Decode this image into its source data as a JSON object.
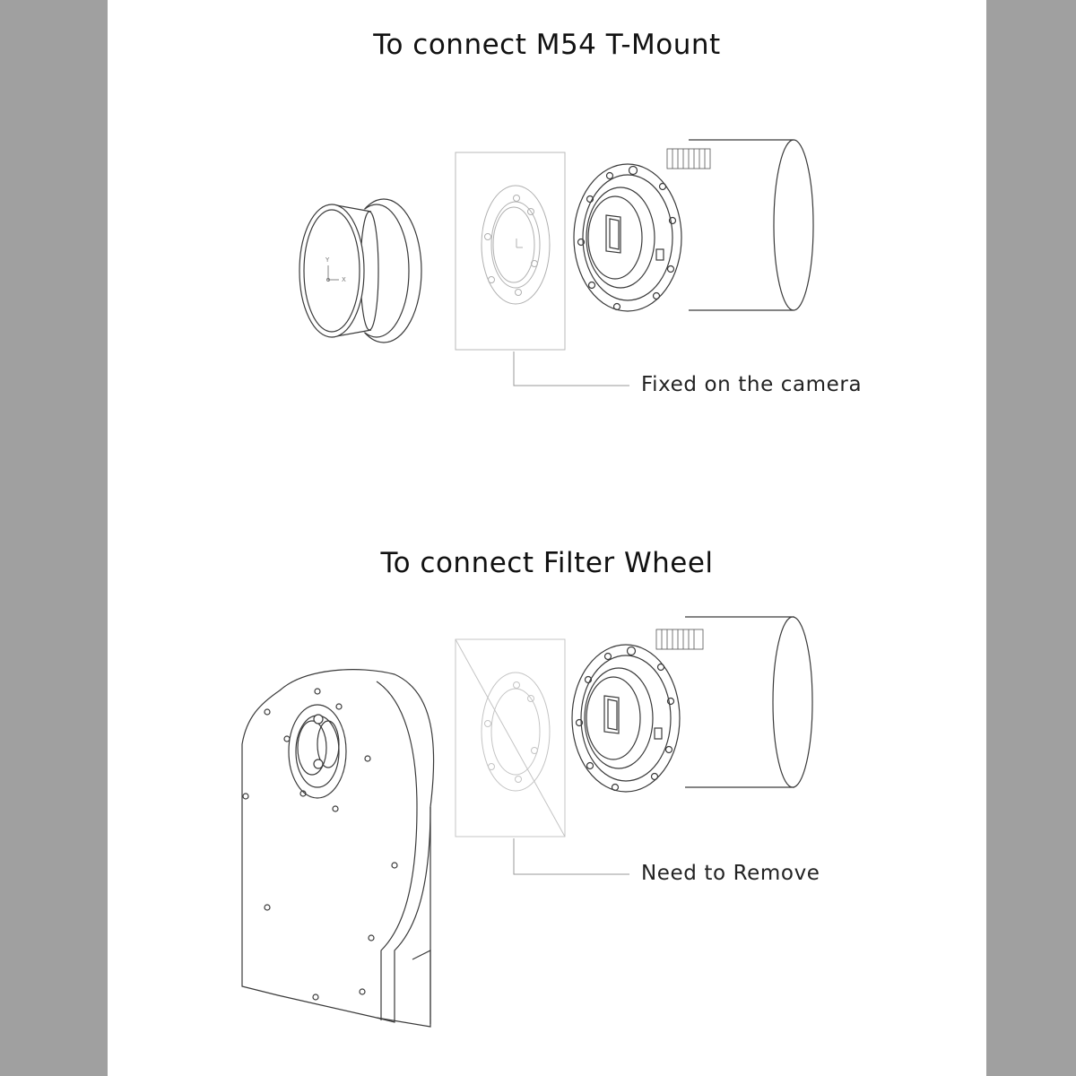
{
  "sections": [
    {
      "title": "To connect M54 T-Mount",
      "callout": "Fixed on the camera"
    },
    {
      "title": "To connect Filter Wheel",
      "callout": "Need to Remove"
    }
  ],
  "axis_marker": {
    "y": "Y",
    "x": "X"
  },
  "colors": {
    "side_bars": "#a0a0a0",
    "panel": "#ffffff",
    "line": "#3a3a3a",
    "faint_line": "#b8b8b8"
  }
}
